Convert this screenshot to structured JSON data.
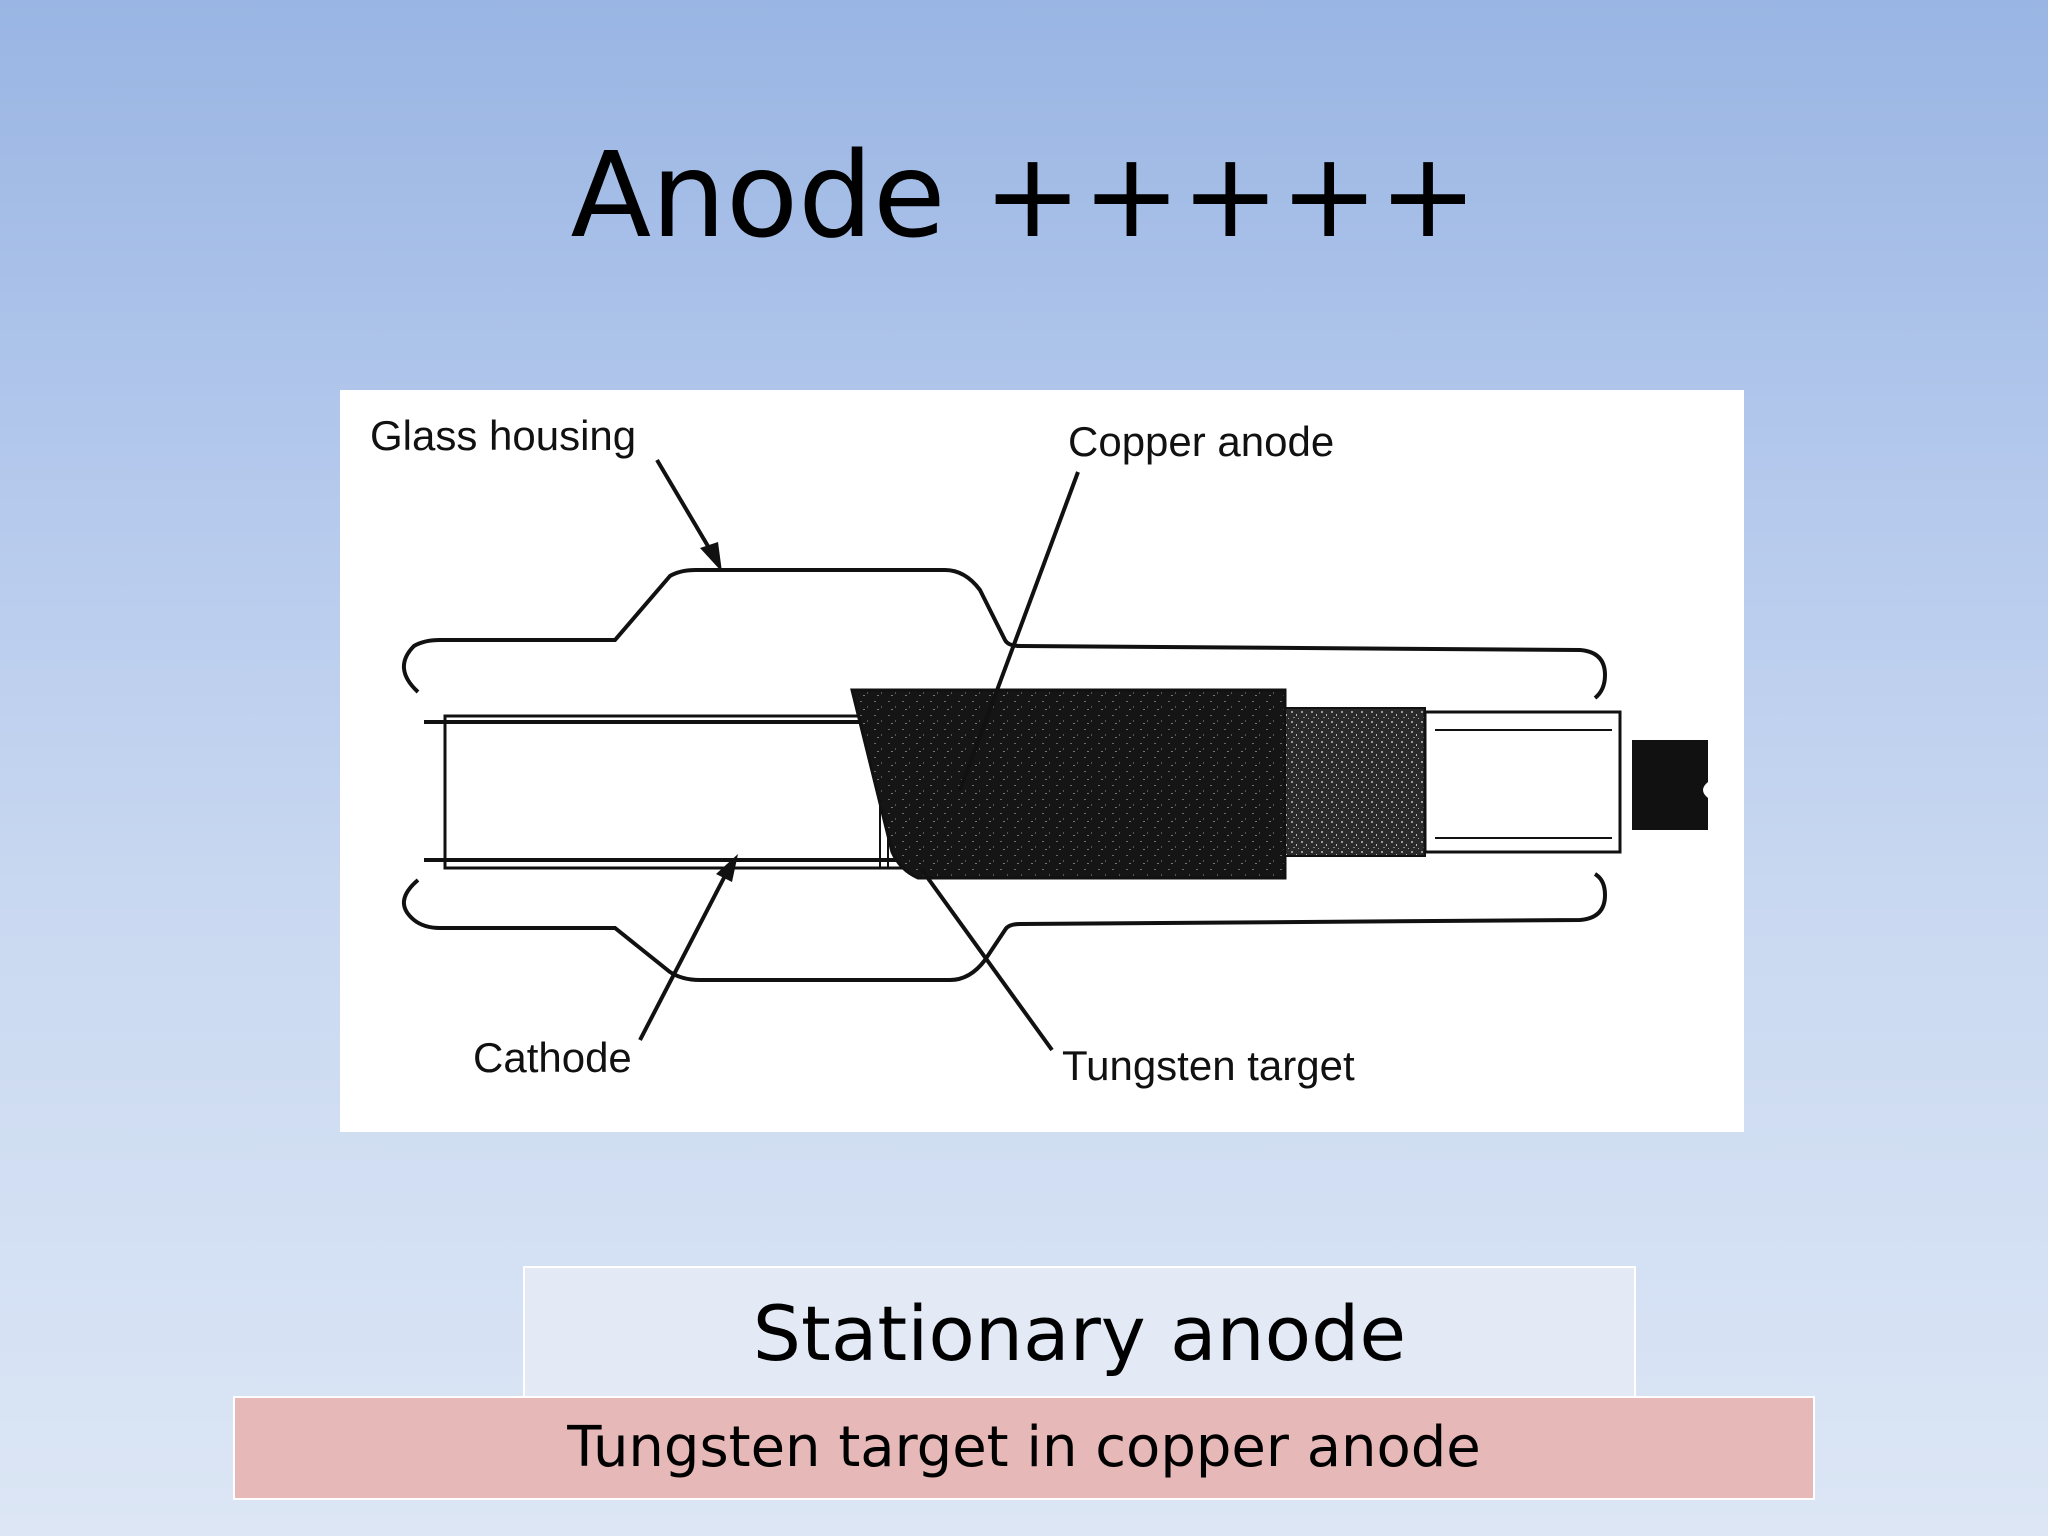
{
  "slide": {
    "title": "Anode +++++",
    "subtitle": "Stationary anode",
    "caption": "Tungsten target in copper anode"
  },
  "diagram": {
    "labels": {
      "glass_housing": "Glass housing",
      "copper_anode": "Copper anode",
      "cathode": "Cathode",
      "tungsten_target": "Tungsten target"
    }
  }
}
